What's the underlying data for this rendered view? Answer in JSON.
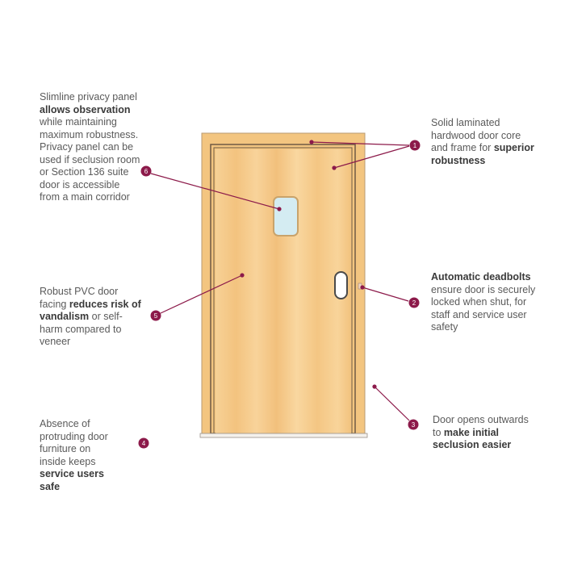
{
  "colors": {
    "accent": "#8c1a4a",
    "door": "#f6cd8a",
    "frame": "#f2c47f",
    "glass": "#d4ecf2"
  },
  "callouts": [
    {
      "number": "1",
      "parts": [
        {
          "t": "Solid laminated hardwood door core and frame for "
        },
        {
          "t": "superior robustness",
          "b": true
        }
      ]
    },
    {
      "number": "2",
      "parts": [
        {
          "t": "Automatic deadbolts",
          "b": true
        },
        {
          "t": " ensure door is securely locked when shut, for staff and service user safety"
        }
      ]
    },
    {
      "number": "3",
      "parts": [
        {
          "t": "Door opens outwards to "
        },
        {
          "t": "make initial seclusion easier",
          "b": true
        }
      ]
    },
    {
      "number": "4",
      "parts": [
        {
          "t": "Absence of protruding door furniture on inside keeps "
        },
        {
          "t": "service users safe",
          "b": true
        }
      ]
    },
    {
      "number": "5",
      "parts": [
        {
          "t": "Robust PVC door facing "
        },
        {
          "t": "reduces risk of vandalism",
          "b": true
        },
        {
          "t": " or self-harm compared to veneer"
        }
      ]
    },
    {
      "number": "6",
      "parts": [
        {
          "t": "Slimline privacy panel "
        },
        {
          "t": "allows observation",
          "b": true
        },
        {
          "t": " while maintaining maximum robustness.  Privacy panel can be used if seclusion room or Section 136 suite door is accessible from a main corridor"
        }
      ]
    }
  ]
}
